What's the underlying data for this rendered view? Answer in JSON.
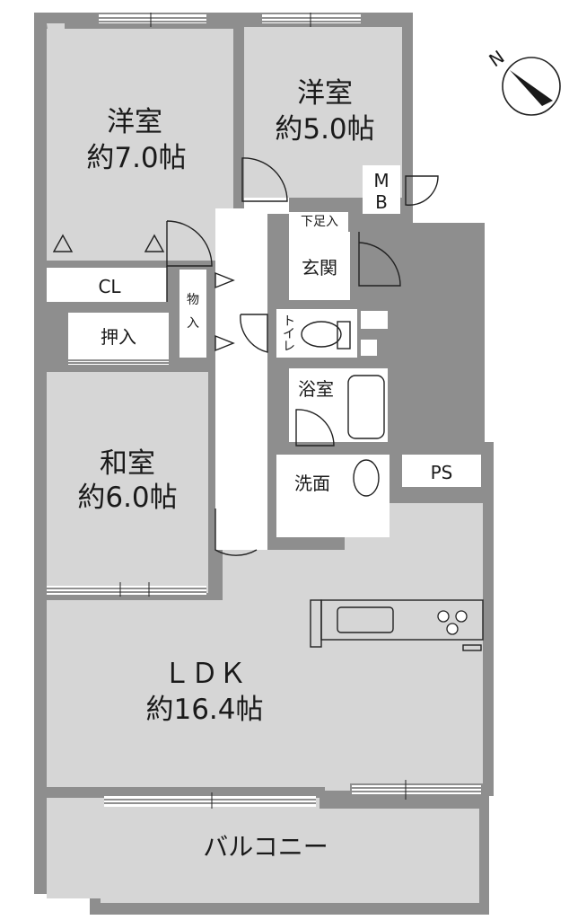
{
  "rooms": {
    "western1": {
      "name": "洋室",
      "size": "約7.0帖"
    },
    "western2": {
      "name": "洋室",
      "size": "約5.0帖"
    },
    "japanese": {
      "name": "和室",
      "size": "約6.0帖"
    },
    "ldk": {
      "name": "ＬＤＫ",
      "size": "約16.4帖"
    },
    "balcony": {
      "name": "バルコニー"
    }
  },
  "labels": {
    "cl": "CL",
    "oshiire": "押入",
    "storage_1": "物",
    "storage_2": "入",
    "mb_1": "M",
    "mb_2": "B",
    "shoe_storage": "下足入",
    "entrance": "玄関",
    "toilet_1": "ト",
    "toilet_2": "イ",
    "toilet_3": "レ",
    "bath": "浴室",
    "washroom": "洗面",
    "ps": "PS"
  },
  "compass": {
    "direction": "N"
  }
}
